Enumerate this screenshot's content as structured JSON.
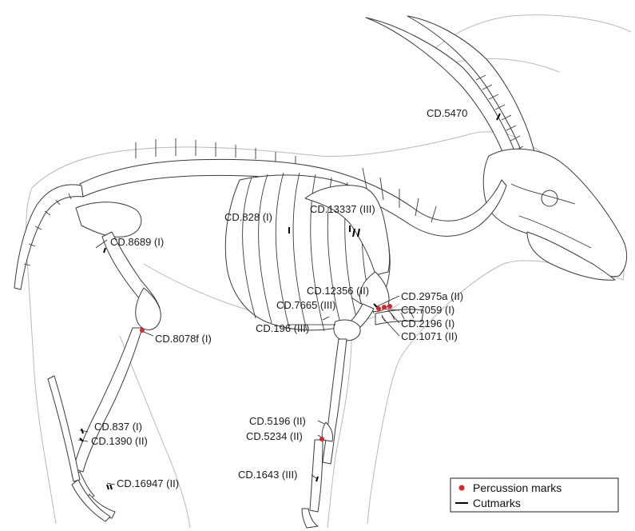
{
  "colors": {
    "percussion": "#d9262c",
    "cutmark": "#000000",
    "bone_line": "#3a3a3a",
    "outline": "#b9b9b9"
  },
  "labels": {
    "cd5470": "CD.5470",
    "cd828": "CD.828 (I)",
    "cd13337": "CD.13337 (III)",
    "cd8689": "CD.8689 (I)",
    "cd12356": "CD.12356 (II)",
    "cd7665": "CD.7665 (III)",
    "cd196": "CD.196 (III)",
    "cd2975a": "CD.2975a (II)",
    "cd7059": "CD.7059 (I)",
    "cd2196": "CD.2196 (I)",
    "cd1071": "CD.1071 (II)",
    "cd8078f": "CD.8078f (I)",
    "cd837": "CD.837 (I)",
    "cd1390": "CD.1390 (II)",
    "cd16947": "CD.16947 (II)",
    "cd5196": "CD.5196 (II)",
    "cd5234": "CD.5234 (II)",
    "cd1643": "CD.1643 (III)"
  },
  "legend": {
    "percussion_label": "Percussion marks",
    "cutmark_label": "Cutmarks"
  }
}
